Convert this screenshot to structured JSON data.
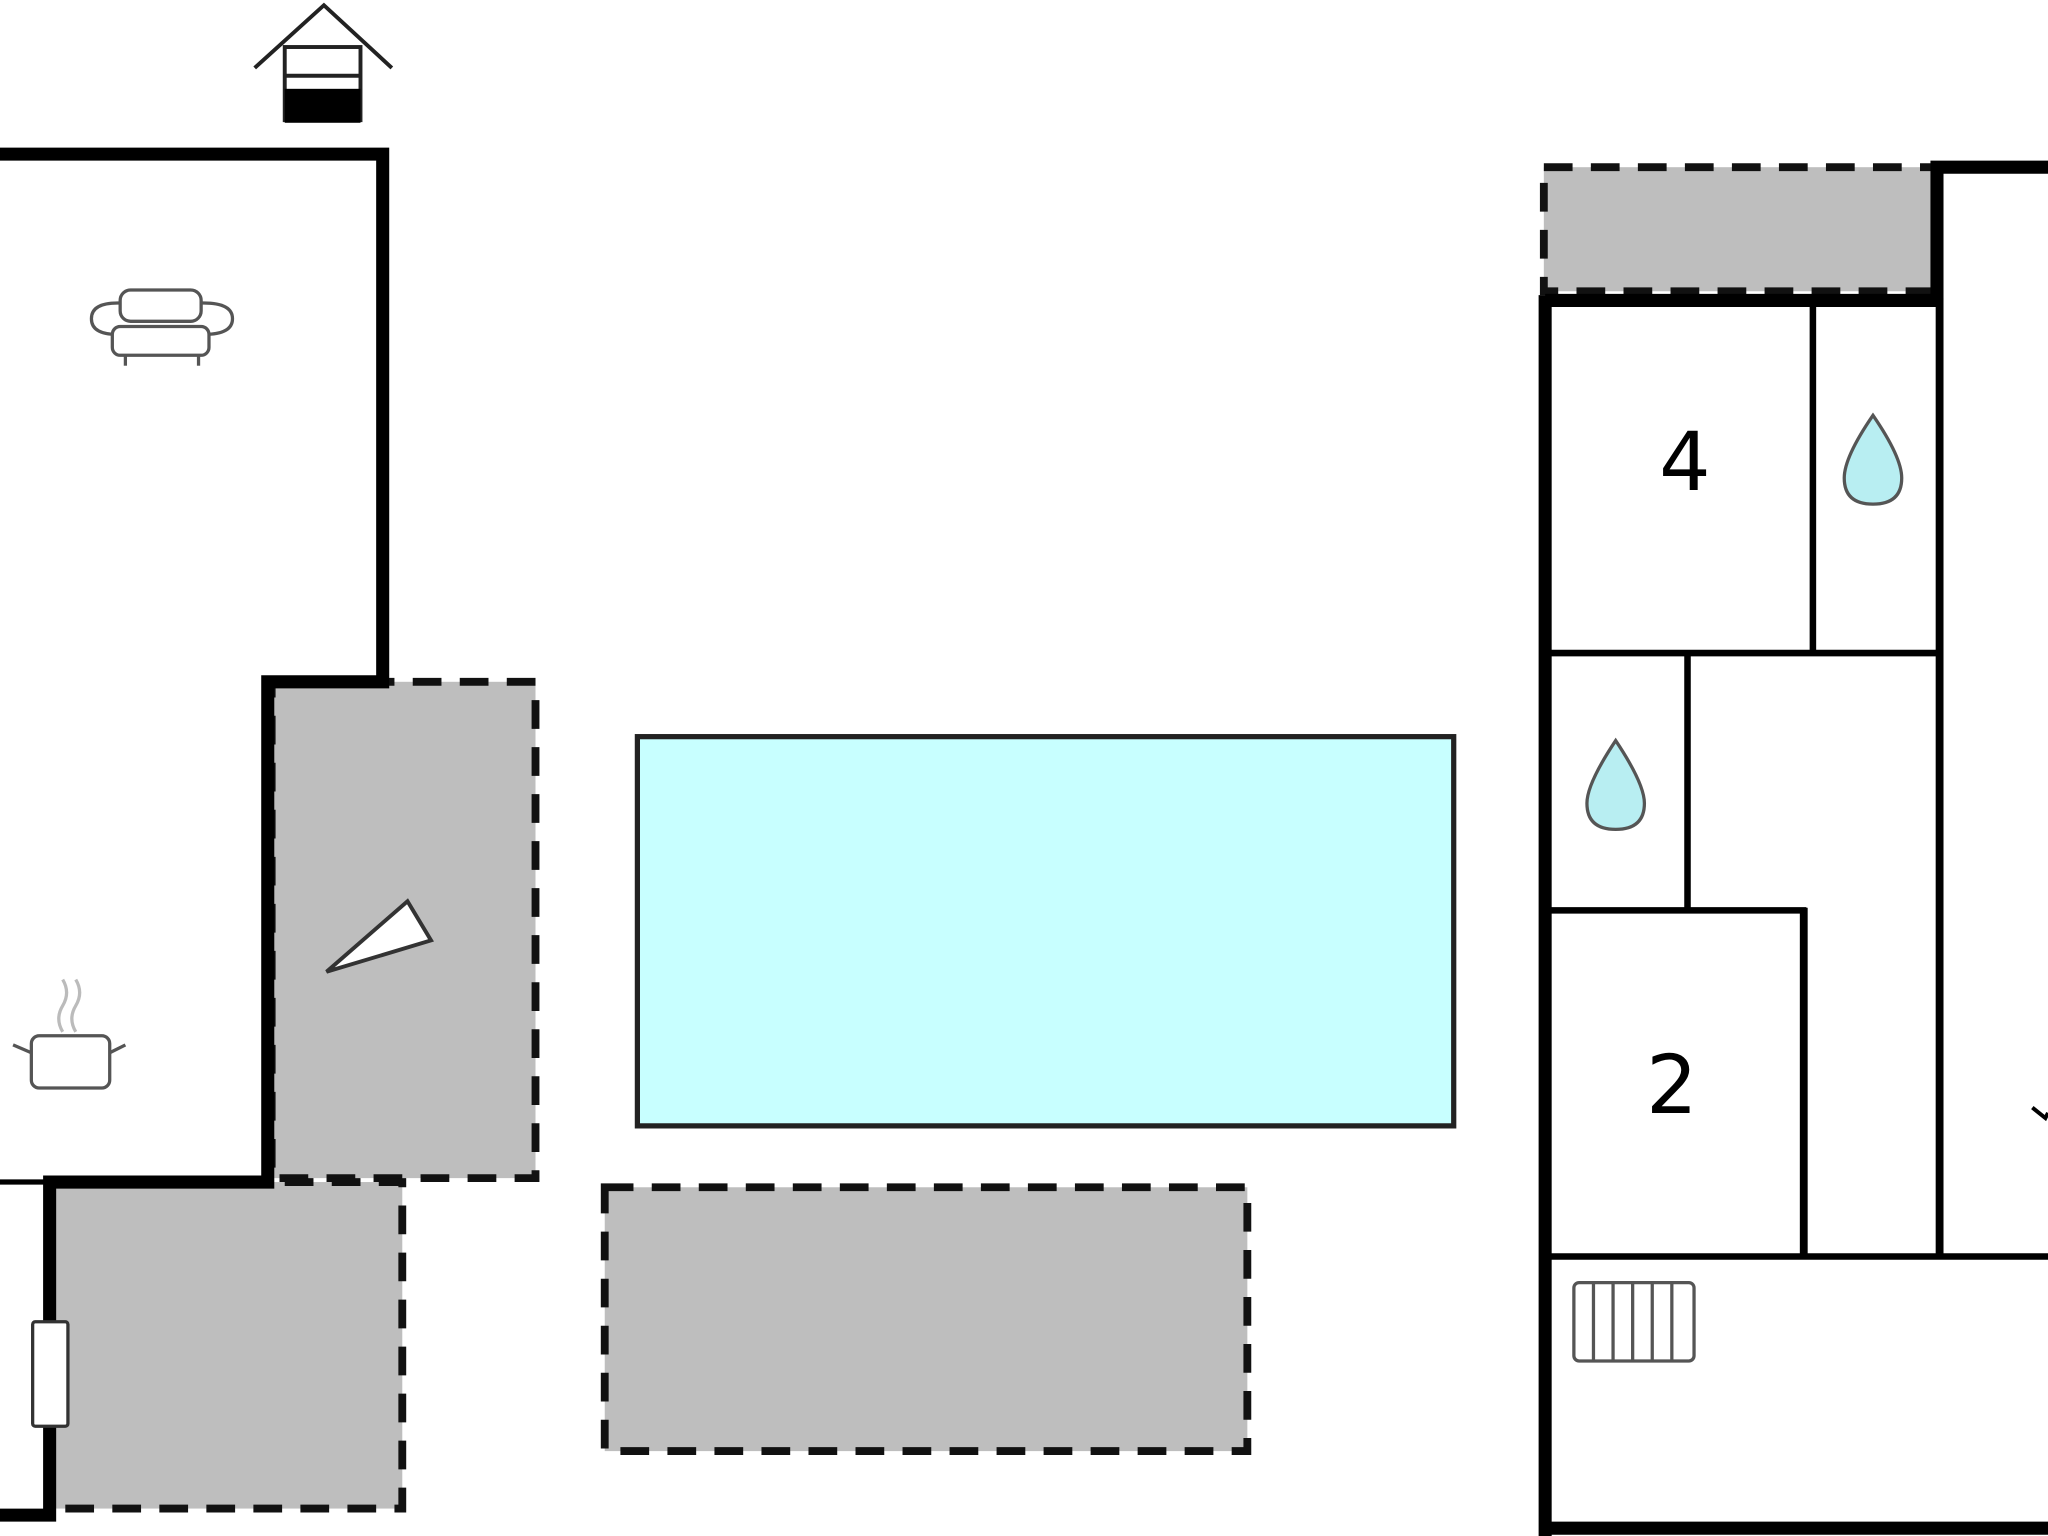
{
  "floorplan": {
    "rooms": [
      {
        "id": "bedroom-a",
        "label": "4"
      },
      {
        "id": "bedroom-b",
        "label": "2"
      }
    ],
    "icons": [
      "entrance-icon",
      "sofa-icon",
      "cooking-pot-icon",
      "terrace-triangle-icon",
      "water-drop-icon",
      "water-drop-icon",
      "radiator-icon",
      "window-icon"
    ],
    "colors": {
      "wall": "#000000",
      "terrace": "#bebebe",
      "pool": "#c8ffff",
      "bathroom_drop": "#b8eef2",
      "background": "#ffffff"
    }
  }
}
